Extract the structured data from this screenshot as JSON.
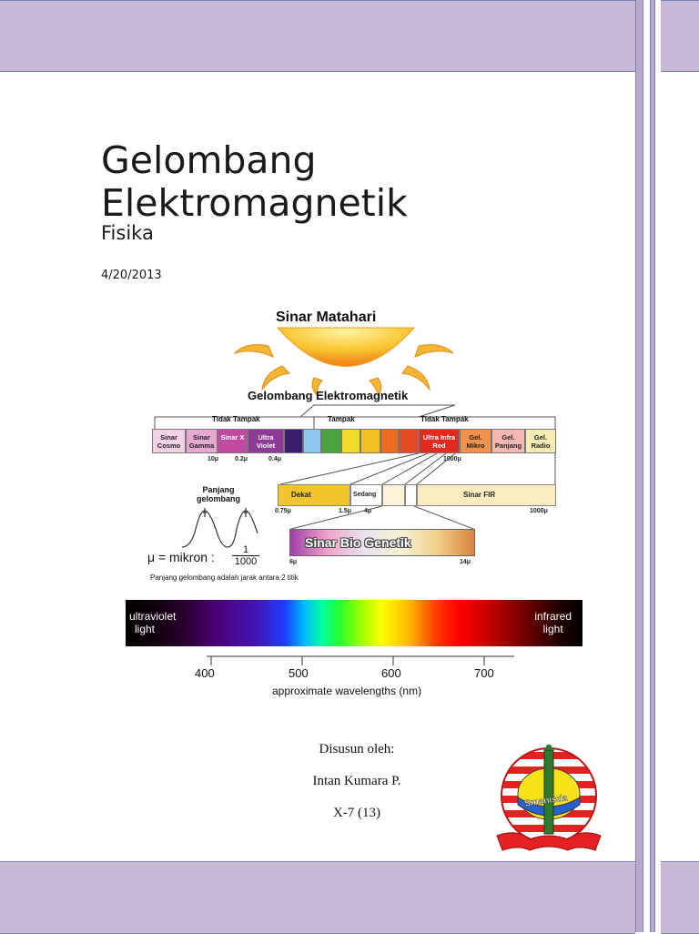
{
  "document": {
    "title_line1": "Gelombang",
    "title_line2": "Elektromagnetik",
    "subtitle": "Fisika",
    "date": "4/20/2013"
  },
  "diagram": {
    "sun_label": "Sinar Matahari",
    "heading": "Gelombang Elektromagnetik",
    "group_labels": [
      "Tidak Tampak",
      "Tampak",
      "Tidak Tampak"
    ],
    "bands": [
      {
        "label": "Sinar Cosmo",
        "color": "#f3d2e6"
      },
      {
        "label": "Sinar Gamma",
        "color": "#e7a8d3"
      },
      {
        "label": "Sinar X",
        "color": "#c04aa0"
      },
      {
        "label": "Ultra Violet",
        "color": "#8e3a97"
      },
      {
        "label": "",
        "color": "#3a1d6b"
      },
      {
        "label": "",
        "color": "#8fc8f0"
      },
      {
        "label": "",
        "color": "#4da33f"
      },
      {
        "label": "",
        "color": "#f0dc2a"
      },
      {
        "label": "",
        "color": "#f3c021"
      },
      {
        "label": "",
        "color": "#ef6a22"
      },
      {
        "label": "",
        "color": "#e74b23"
      },
      {
        "label": "Ultra Infra Red",
        "color": "#e32a1f"
      },
      {
        "label": "Gel. Mikro",
        "color": "#f2924a"
      },
      {
        "label": "Gel. Panjang",
        "color": "#f4b7b4"
      },
      {
        "label": "Gel. Radio",
        "color": "#f6ecb5"
      }
    ],
    "scale_ticks": [
      "10μ",
      "0.2μ",
      "0.4μ",
      "1000μ"
    ],
    "sub_boxes": {
      "dekat": "Dekat",
      "sedang": "Sedang",
      "sinar_fir": "Sinar FIR"
    },
    "sub_ticks": [
      "0.75μ",
      "1.5μ",
      "4μ",
      "1000μ"
    ],
    "bio_label": "Sinar Bio Genetik",
    "bio_ticks": [
      "6μ",
      "14μ"
    ],
    "wave_title_line1": "Panjang",
    "wave_title_line2": "gelombang",
    "formula_prefix": "μ = mikron :",
    "formula_num": "1",
    "formula_den": "1000",
    "note": "Panjang gelombang adalah jarak antara 2 titik"
  },
  "spectrum": {
    "left_label_1": "ultraviolet",
    "left_label_2": "light",
    "right_label_1": "infrared",
    "right_label_2": "light",
    "axis_ticks": [
      "400",
      "500",
      "600",
      "700"
    ],
    "axis_title": "approximate wavelengths (nm)"
  },
  "author": {
    "prepared_by": "Disusun oleh:",
    "name": "Intan Kumara P.",
    "class": "X-7 (13)"
  },
  "logo": {
    "text": "Smanisda"
  }
}
